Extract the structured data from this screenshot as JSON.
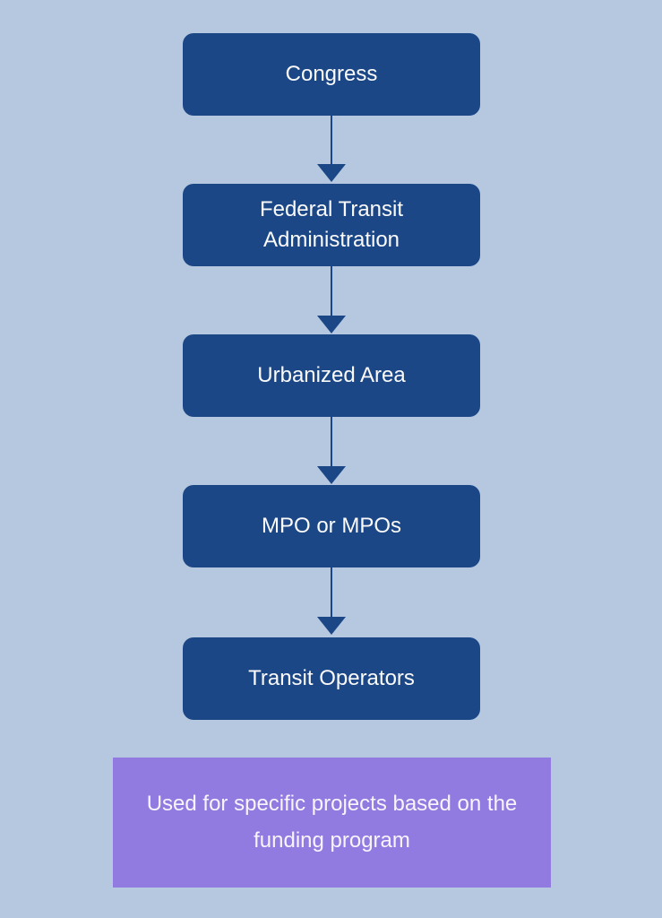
{
  "canvas": {
    "background_color": "#b6c8e0"
  },
  "flowchart": {
    "node_color": "#1c4787",
    "node_text_color": "#fafafa",
    "arrow_color": "#1c4787",
    "nodes": [
      {
        "label": "Congress"
      },
      {
        "label": "Federal Transit Administration"
      },
      {
        "label": "Urbanized Area"
      },
      {
        "label": "MPO or MPOs"
      },
      {
        "label": "Transit Operators"
      }
    ]
  },
  "note": {
    "label": "Used for specific projects based on the funding program",
    "background_color": "#917be0",
    "text_color": "#f7f4fc"
  }
}
